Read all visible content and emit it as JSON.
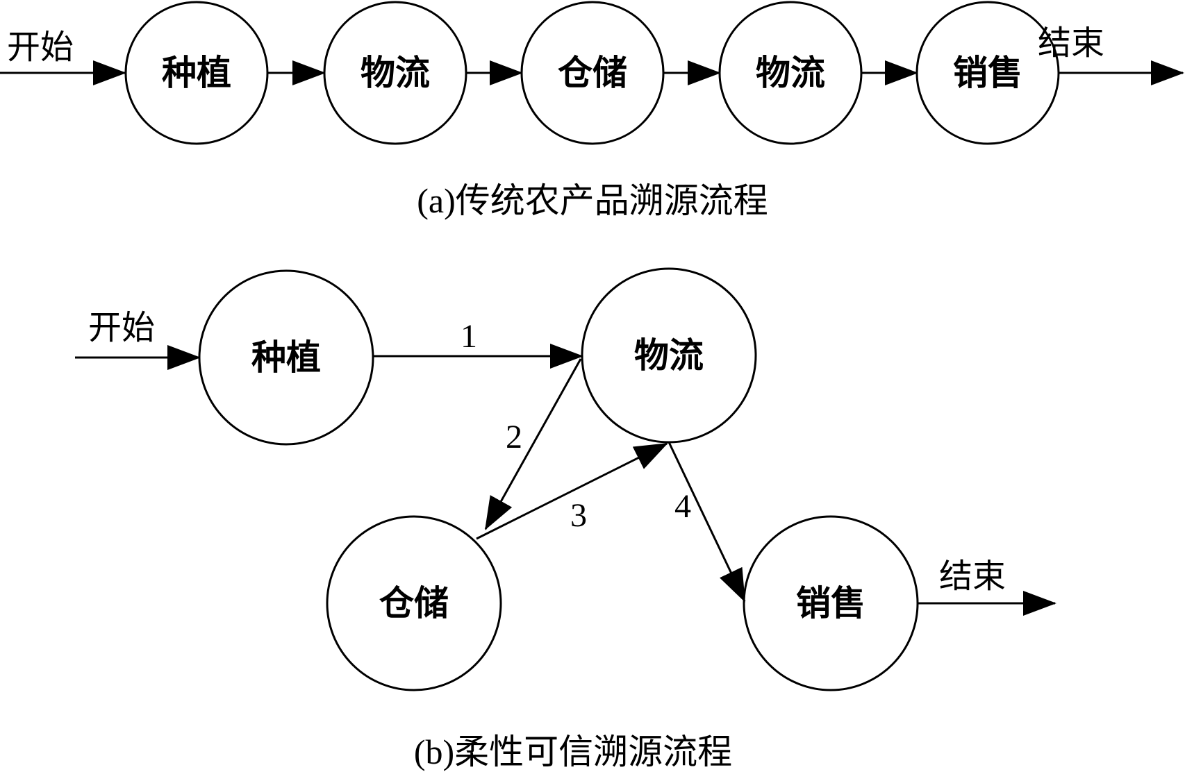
{
  "diagram_a": {
    "caption": "(a)传统农产品溯源流程",
    "start_label": "开始",
    "end_label": "结束",
    "nodes": [
      "种植",
      "物流",
      "仓储",
      "物流",
      "销售"
    ]
  },
  "diagram_b": {
    "caption": "(b)柔性可信溯源流程",
    "start_label": "开始",
    "end_label": "结束",
    "nodes": {
      "planting": "种植",
      "logistics": "物流",
      "storage": "仓储",
      "sales": "销售"
    },
    "edges": [
      {
        "label": "1",
        "from": "种植",
        "to": "物流"
      },
      {
        "label": "2",
        "from": "物流",
        "to": "仓储"
      },
      {
        "label": "3",
        "from": "仓储",
        "to": "物流"
      },
      {
        "label": "4",
        "from": "物流",
        "to": "销售"
      }
    ]
  }
}
